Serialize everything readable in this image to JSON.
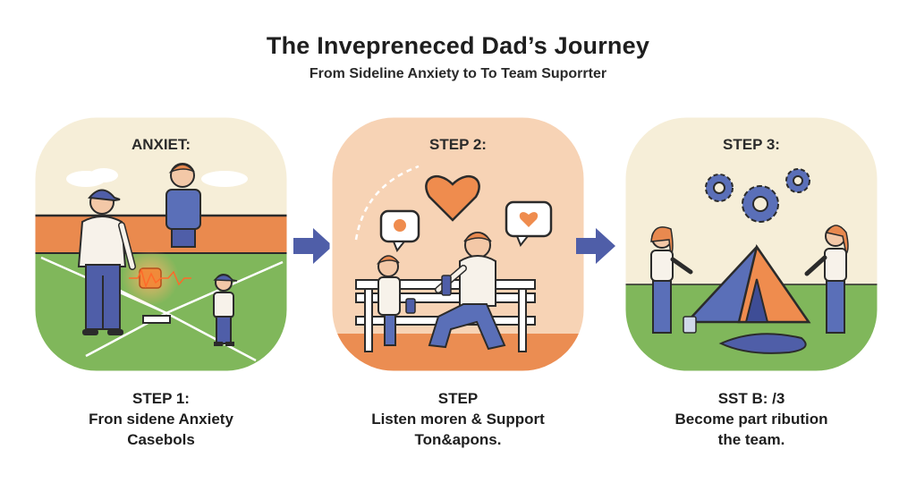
{
  "header": {
    "title": "The Invepreneced Dad’s Journey",
    "subtitle": "From Sideline Anxiety to To Team Suporrter"
  },
  "panels": [
    {
      "label": "ANXIET:",
      "caption": [
        "STEP 1:",
        "Fron sidene Anxiety",
        "Casebols"
      ]
    },
    {
      "label": "STEP 2:",
      "caption": [
        "STEP",
        "Listen moren & Support",
        "Ton&apons."
      ]
    },
    {
      "label": "STEP 3:",
      "caption": [
        "SST B: /3",
        "Become part ribution",
        "the team."
      ]
    }
  ],
  "colors": {
    "orange": "#e8894f",
    "blue": "#5a6fb8",
    "green": "#7fb85a",
    "cream": "#f5ecd3",
    "peach": "#f6d2b5",
    "arrow": "#4f5ea8"
  }
}
